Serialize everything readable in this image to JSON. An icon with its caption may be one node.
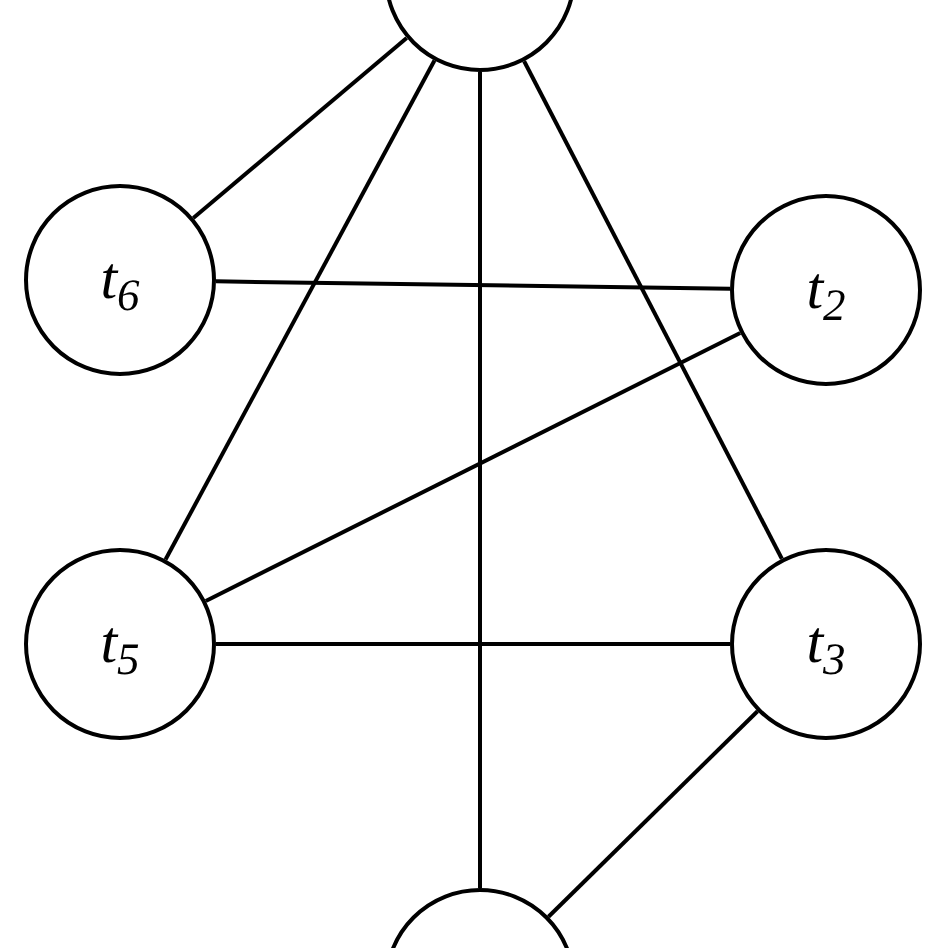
{
  "diagram": {
    "nodes": [
      {
        "text": [],
        "shape": "circle"
      },
      {
        "text": [
          "t$_{6}$"
        ]
      },
      {
        "text": [
          "t$_{2}$"
        ]
      },
      {
        "text": [
          "t$_{5}$"
        ]
      },
      {
        "text": [
          "t$_{3}$"
        ]
      },
      {
        "text": [],
        "shape": "circle"
      }
    ],
    "edges": [
      {
        "from": 0,
        "to": 1,
        "arrow": "none"
      },
      {
        "from": 0,
        "to": 3,
        "arrow": "none"
      },
      {
        "from": 0,
        "to": 5,
        "arrow": "none"
      },
      {
        "from": 0,
        "to": 4,
        "arrow": "none"
      },
      {
        "from": 1,
        "to": 2,
        "arrow": "none"
      },
      {
        "from": 2,
        "to": 3,
        "arrow": "none"
      },
      {
        "from": 3,
        "to": 4,
        "arrow": "none"
      },
      {
        "from": 4,
        "to": 5,
        "arrow": "none"
      }
    ]
  }
}
